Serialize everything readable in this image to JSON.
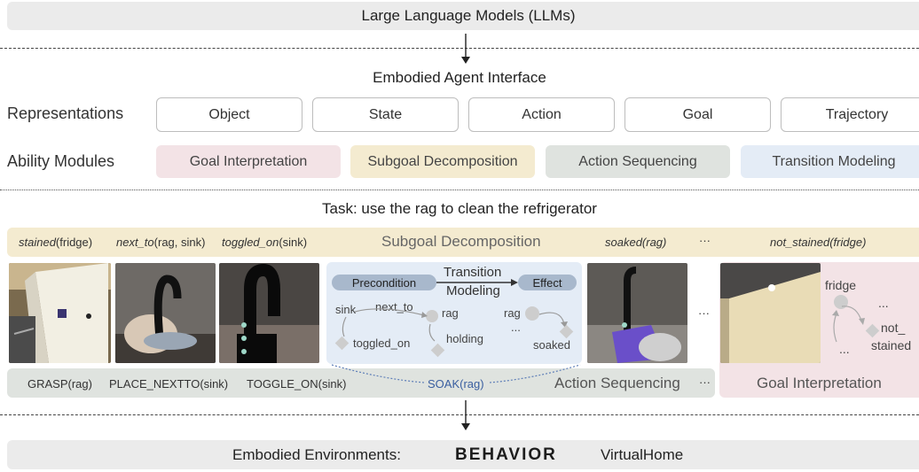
{
  "llm_bar": {
    "label": "Large Language Models (LLMs)"
  },
  "interface": {
    "title": "Embodied Agent Interface"
  },
  "representations": {
    "label": "Representations",
    "items": [
      "Object",
      "State",
      "Action",
      "Goal",
      "Trajectory"
    ]
  },
  "ability_modules": {
    "label": "Ability Modules",
    "items": [
      {
        "label": "Goal Interpretation",
        "color": "#f3e3e6"
      },
      {
        "label": "Subgoal Decomposition",
        "color": "#f4ebd0"
      },
      {
        "label": "Action Sequencing",
        "color": "#dfe3df"
      },
      {
        "label": "Transition Modeling",
        "color": "#e4ecf6"
      }
    ]
  },
  "task": {
    "label": "Task: use the rag to clean the refrigerator"
  },
  "subgoal_bar": {
    "items": [
      {
        "pred": "stained",
        "args": "(fridge)"
      },
      {
        "pred": "next_to",
        "args": "(rag, sink)"
      },
      {
        "pred": "toggled_on",
        "args": "(sink)"
      },
      {
        "pred": "soaked(rag)",
        "args": ""
      },
      {
        "pred": "not_stained(fridge)",
        "args": ""
      }
    ],
    "title": "Subgoal Decomposition",
    "ellipsis": "···"
  },
  "transition": {
    "precondition": "Precondition",
    "title_line1": "Transition",
    "title_line2": "Modeling",
    "effect": "Effect",
    "sink": "sink",
    "next_to": "next_to",
    "rag1": "rag",
    "toggled_on": "toggled_on",
    "holding": "holding",
    "rag2": "rag",
    "dots": "...",
    "soaked": "soaked"
  },
  "goal_panel": {
    "fridge": "fridge",
    "dots1": "...",
    "not_line1": "not_",
    "not_line2": "stained",
    "dots2": "...",
    "title": "Goal Interpretation"
  },
  "action_bar": {
    "actions": [
      "GRASP(rag)",
      "PLACE_NEXTTO(sink)",
      "TOGGLE_ON(sink)",
      "SOAK(rag)"
    ],
    "title": "Action Sequencing",
    "ellipsis": "···"
  },
  "image_ellipsis": "···",
  "env_bar": {
    "label": "Embodied Environments:",
    "behavior_logo": "BEHAVIOR",
    "virtualhome": "VirtualHome"
  }
}
